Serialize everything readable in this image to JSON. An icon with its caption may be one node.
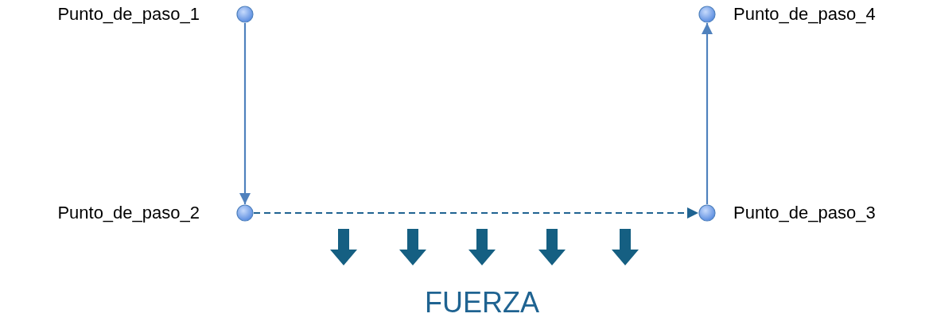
{
  "diagram": {
    "nodes": [
      {
        "text": [],
        "shape": "circle",
        "beside": [
          "Punto_de_paso_1"
        ]
      },
      {
        "text": [],
        "shape": "circle",
        "beside": [
          "Punto_de_paso_2"
        ]
      },
      {
        "text": [],
        "shape": "circle",
        "beside": [
          "Punto_de_paso_3"
        ]
      },
      {
        "text": [],
        "shape": "circle",
        "beside": [
          "Punto_de_paso_4"
        ]
      }
    ],
    "edges": [
      {
        "from": 0,
        "to": 1,
        "arrow": "to"
      },
      {
        "from": 1,
        "to": 2,
        "arrow": "to",
        "style": "dashed",
        "color": "#1f6391"
      },
      {
        "from": 2,
        "to": 3,
        "arrow": "to"
      }
    ],
    "labels": [
      "FUERZA"
    ]
  }
}
